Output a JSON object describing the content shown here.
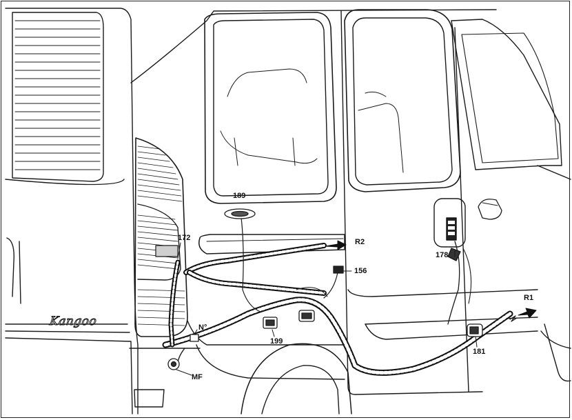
{
  "brand_badge": "Kangoo",
  "labels": {
    "l189": "189",
    "l172": "172",
    "lR2": "R2",
    "l156": "156",
    "l178": "178",
    "lR1": "R1",
    "l181": "181",
    "l199": "199",
    "lNo": "N°",
    "lMF": "MF"
  }
}
